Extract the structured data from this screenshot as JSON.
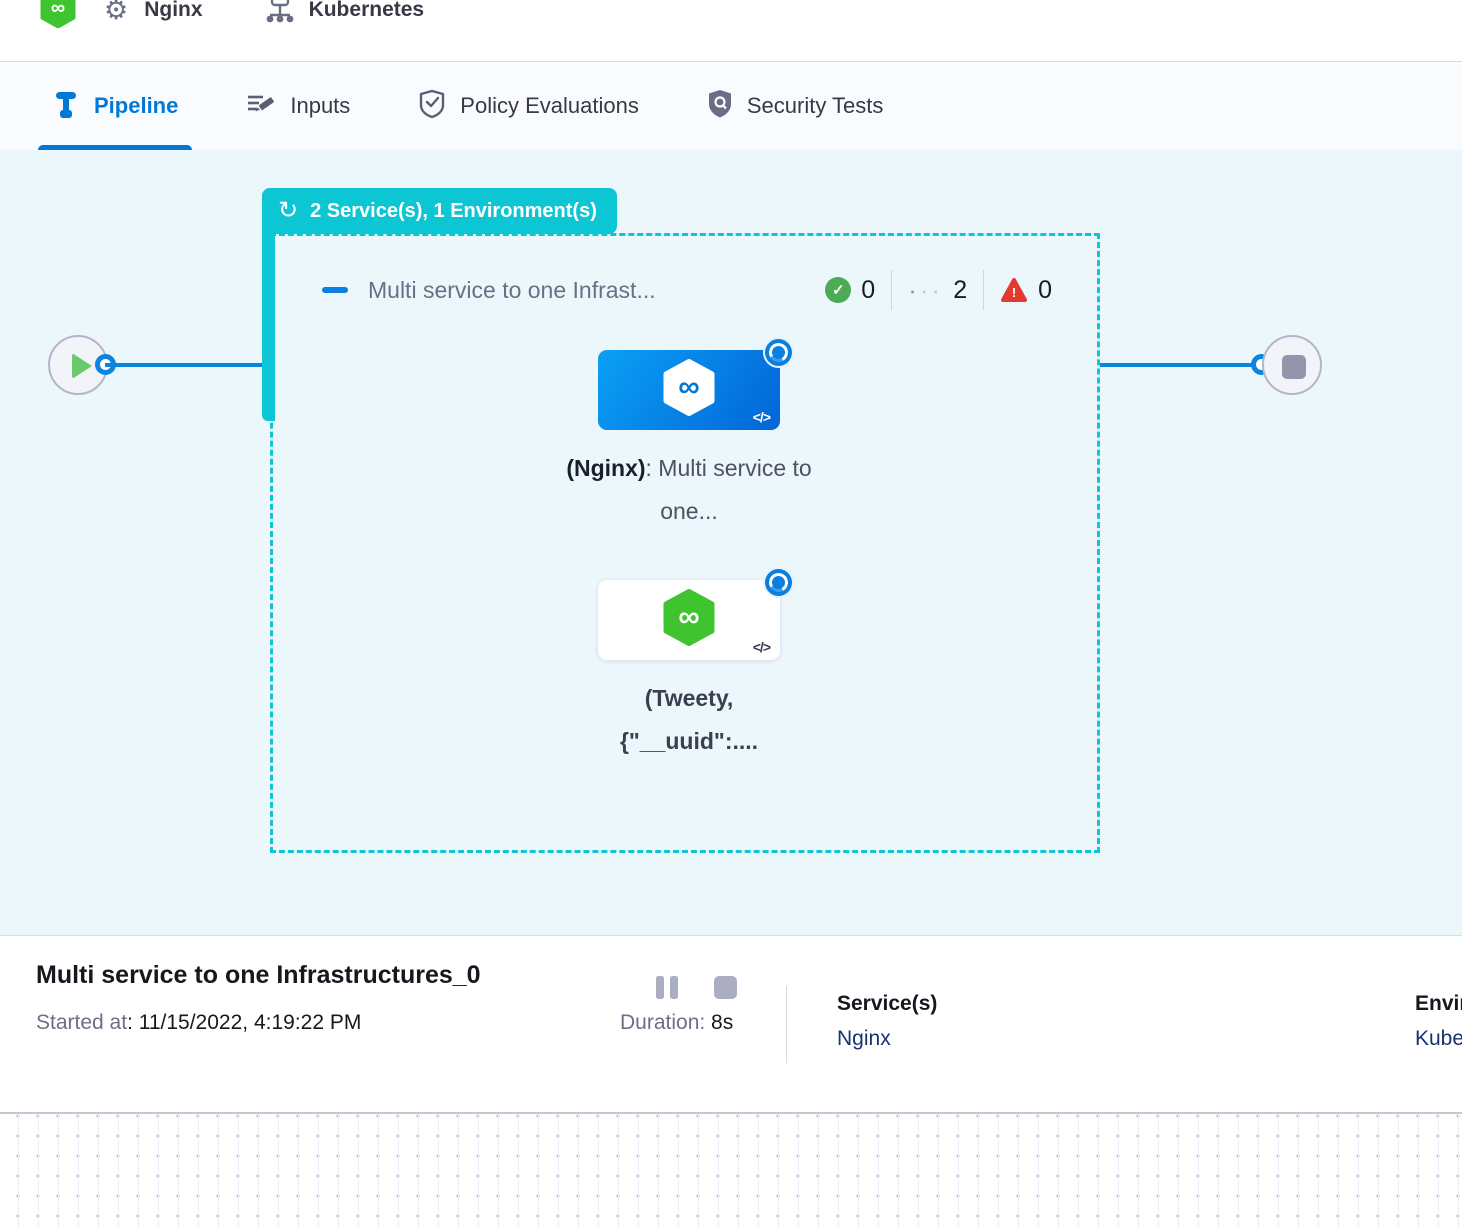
{
  "header": {
    "service_name": "Nginx",
    "environment_name": "Kubernetes"
  },
  "tabs": [
    {
      "label": "Pipeline",
      "active": true
    },
    {
      "label": "Inputs",
      "active": false
    },
    {
      "label": "Policy Evaluations",
      "active": false
    },
    {
      "label": "Security Tests",
      "active": false
    }
  ],
  "canvas": {
    "stage_badge": "2 Service(s), 1 Environment(s)",
    "stage_title": "Multi service to one Infrast...",
    "counts": {
      "success": "0",
      "running": "2",
      "failed": "0"
    },
    "nodes": [
      {
        "name_bold": "(Nginx)",
        "name_rest": ": Multi service to one..."
      },
      {
        "line1": "(Tweety,",
        "line2": "{\"__uuid\":...."
      }
    ]
  },
  "footer": {
    "title": "Multi service to one Infrastructures_0",
    "started_label": "Started at",
    "started_value": ": 11/15/2022, 4:19:22 PM",
    "duration_label": "Duration:",
    "duration_value": " 8s",
    "services_label": "Service(s)",
    "services_value": "Nginx",
    "environment_label": "Environment(s)",
    "environment_value": "Kubernetes"
  },
  "colors": {
    "accent_blue": "#0278d5",
    "stage_teal": "#0dc6d4",
    "success_green": "#4dab55",
    "failed_red": "#e23a2e",
    "canvas_bg": "#ecf7fc",
    "link_navy": "#17336f",
    "harness_green": "#3fc42f"
  }
}
